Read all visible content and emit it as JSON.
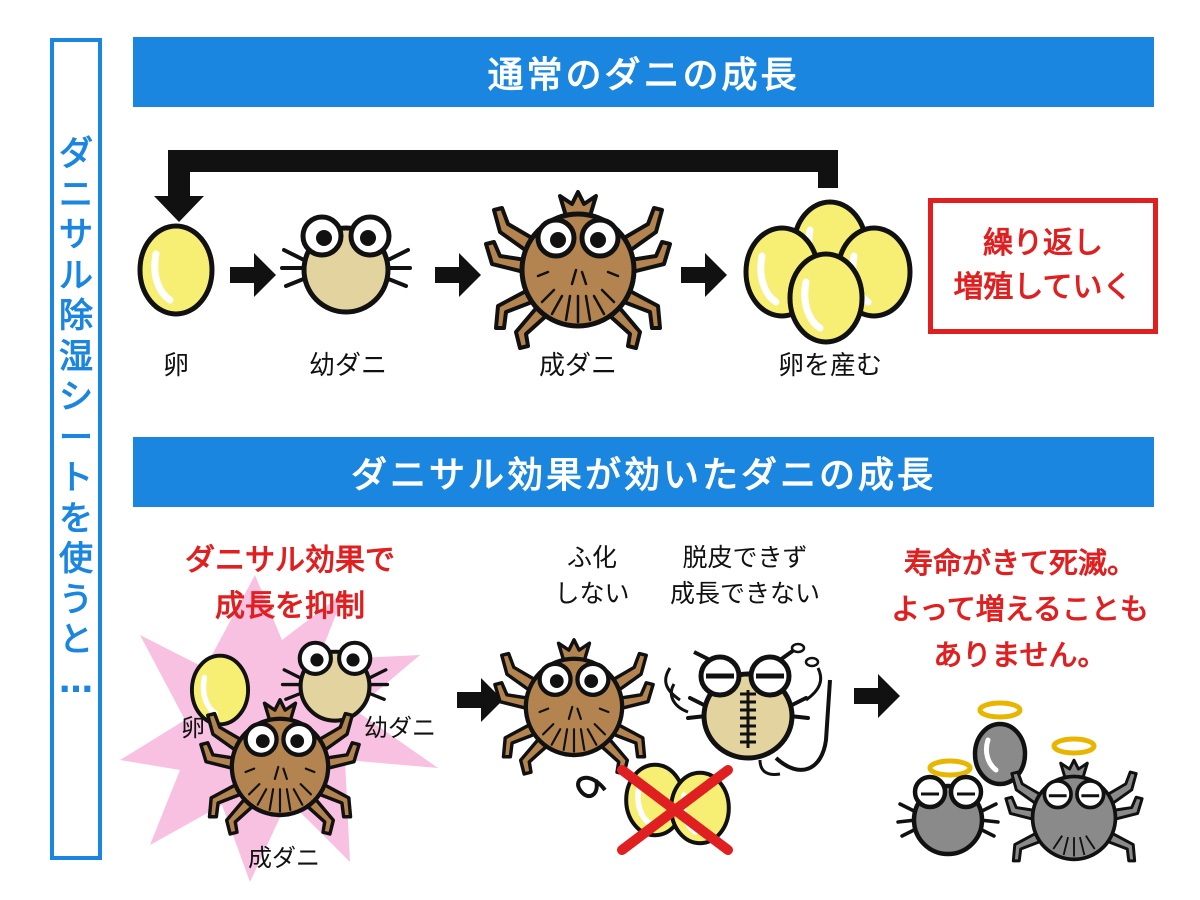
{
  "side_title": "ダニサル除湿シートを使うと…",
  "top": {
    "banner": "通常のダニの成長",
    "labels": {
      "egg": "卵",
      "larva": "幼ダニ",
      "adult": "成ダニ",
      "lay_eggs": "卵を産む"
    },
    "repeat_box": {
      "line1": "繰り返し",
      "line2": "増殖していく"
    }
  },
  "bottom": {
    "banner": "ダニサル効果が効いたダニの成長",
    "effect_title": {
      "line1": "ダニサル効果で",
      "line2": "成長を抑制"
    },
    "burst_labels": {
      "egg": "卵",
      "larva": "幼ダニ",
      "adult": "成ダニ"
    },
    "no_hatch": {
      "line1": "ふ化",
      "line2": "しない"
    },
    "no_molt": {
      "line1": "脱皮できず",
      "line2": "成長できない"
    },
    "result": {
      "line1": "寿命がきて死滅。",
      "line2": "よって増えることも",
      "line3": "ありません。"
    }
  },
  "colors": {
    "accent_blue": "#1a86e0",
    "warning_red": "#e02020",
    "egg_yellow": "#f7ef74",
    "larva_beige": "#e3d39f",
    "adult_brown": "#b3844f",
    "burst_pink": "#f8c1e2",
    "dead_gray": "#8a8a8a"
  },
  "icons": [
    "right-arrow-icon",
    "loop-arrow-icon",
    "halo-icon",
    "cross-mark-icon",
    "sweat-drop-icon"
  ]
}
